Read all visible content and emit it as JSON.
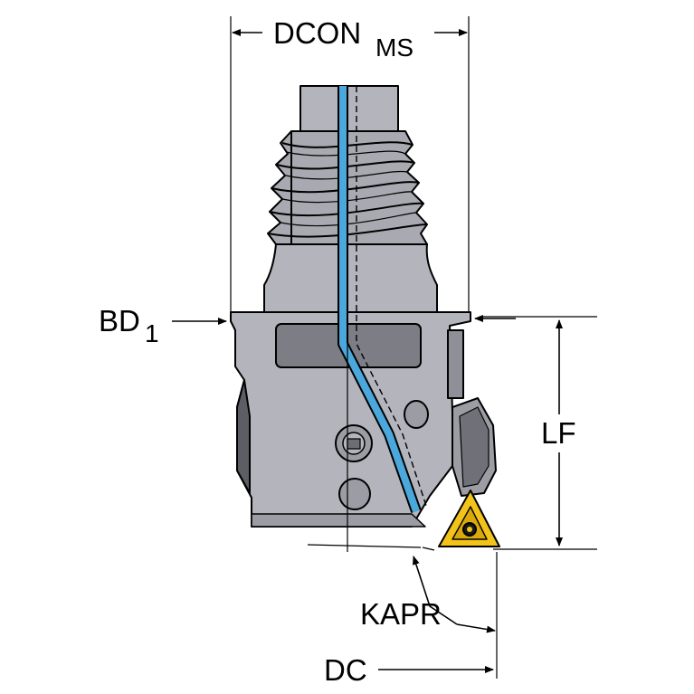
{
  "labels": {
    "dcon": "DCON",
    "dcon_sub": "MS",
    "bd": "BD",
    "bd_sub": "1",
    "lf": "LF",
    "kapr": "KAPR",
    "dc": "DC"
  },
  "colors": {
    "body": "#b4b5bc",
    "body_shadow": "#8f9097",
    "body_light": "#cdced3",
    "coolant": "#4aa8dc",
    "insert": "#f2c318",
    "outline": "#000000"
  }
}
